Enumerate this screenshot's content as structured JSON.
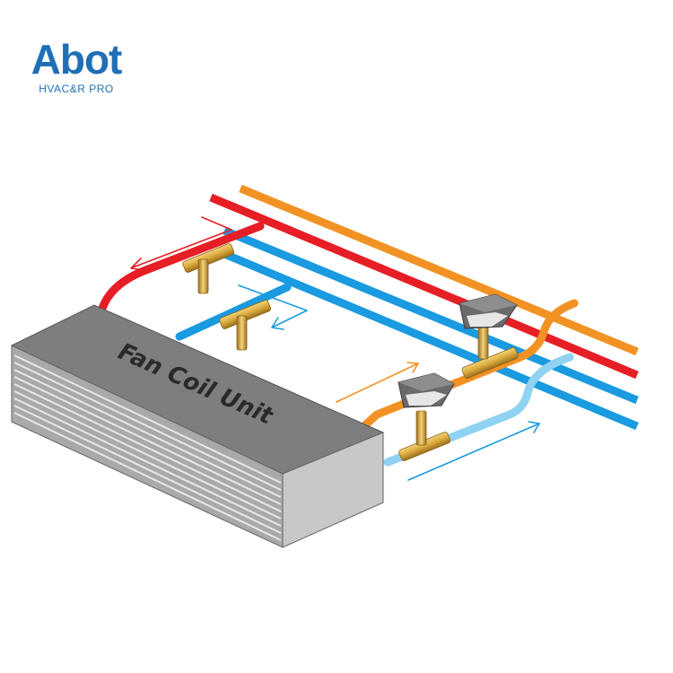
{
  "brand": {
    "name": "Abot",
    "tagline": "HVAC&R PRO"
  },
  "unit": {
    "label": "Fan Coil Unit"
  },
  "colors": {
    "brand": "#1f6fb8",
    "hot_supply": "#e61e25",
    "chilled": "#1a9ae0",
    "condensate": "#f39224",
    "light_blue": "#8fd2f2",
    "unit_top": "#7e7e80",
    "unit_front": "#a9a9ab",
    "unit_right": "#c8c8ca",
    "brass": "#d9a93c"
  },
  "icons": [
    "brass-tee-icon",
    "valve-actuator-icon",
    "flow-arrow-icon"
  ]
}
